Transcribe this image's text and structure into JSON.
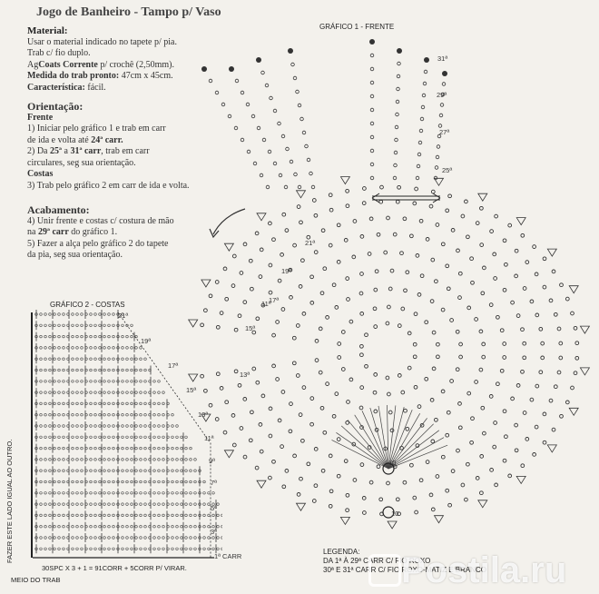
{
  "title": "Jogo de Banheiro - Tampo p/ Vaso",
  "material": {
    "heading": "Material:",
    "line1": "Usar o material indicado no tapete p/ pia.",
    "line2": "Trab c/ fio duplo.",
    "line3_prefix": "Ag",
    "line3_brand": "Coats Corrente",
    "line3_suffix": " p/ crochê (2,50mm).",
    "measure_label": "Medida do trab pronto:",
    "measure_value": " 47cm x 45cm.",
    "feature_label": "Característica:",
    "feature_value": " fácil."
  },
  "orientacao": {
    "heading": "Orientação:",
    "frente": "Frente",
    "item1a": "1)   Iniciar pelo gráfico 1 e trab em carr",
    "item1b_pre": "de ida e volta até ",
    "item1b_bold": "24ª carr.",
    "item2a_pre": "2)   Da ",
    "item2a_bold1": "25ª",
    "item2a_mid": " a ",
    "item2a_bold2": "31ª carr",
    "item2a_post": ", trab em carr",
    "item2b": "circulares, seg sua orientação.",
    "costas": "Costas",
    "item3": "3)   Trab pelo gráfico 2 em carr de ida e volta."
  },
  "acabamento": {
    "heading": "Acabamento:",
    "item4a": "4)   Unir frente e costas c/ costura de mão",
    "item4b_pre": "na ",
    "item4b_bold": "29ª carr",
    "item4b_post": " do gráfico 1.",
    "item5a": "5)   Fazer a alça pelo gráfico 2 do tapete",
    "item5b": "da pia, seg sua orientação."
  },
  "grafico1": {
    "label": "GRÁFICO 1 - FRENTE",
    "rows": [
      "31ª",
      "29ª",
      "27ª",
      "25ª",
      "21ª",
      "19ª",
      "17ª",
      "15ª",
      "13ª",
      "11ª",
      "10",
      "10"
    ]
  },
  "grafico2": {
    "label": "GRÁFICO 2 - COSTAS",
    "rows": [
      "21ª",
      "19ª",
      "17ª",
      "15ª",
      "13ª",
      "11ª",
      "9ª",
      "7ª",
      "5ª",
      "3ª",
      "1ª CARR"
    ],
    "side_note": "FAZER ESTE LADO IGUAL AO OUTRO.",
    "footer": "30SPC X 3 + 1 = 91CORR + 5CORR P/ VIRAR.",
    "middle": "MEIO DO TRAB"
  },
  "legenda": {
    "heading": "LEGENDA:",
    "line1": "DA 1ª À 29ª CARR C/ FIO ROXO",
    "line2": "30ª E 31ª CARR C/ FIO ROXO-MATIZ E BRANCO"
  },
  "watermark": "Postila.ru"
}
